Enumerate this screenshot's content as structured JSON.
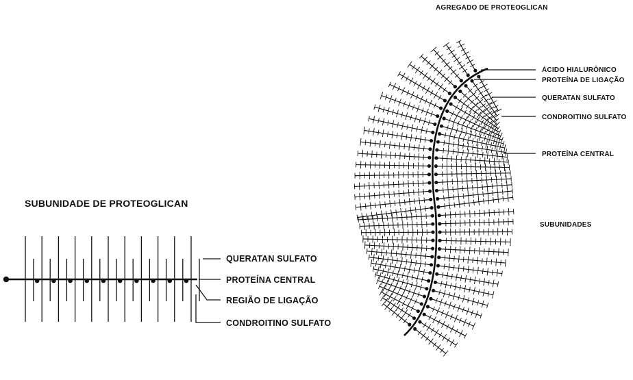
{
  "left_diagram": {
    "title": "SUBUNIDADE DE PROTEOGLICAN",
    "labels": {
      "keratan": "QUERATAN SULFATO",
      "core": "PROTEÍNA CENTRAL",
      "link": "REGIÃO DE LIGAÇÃO",
      "chondroitin": "CONDROITINO SULFATO"
    }
  },
  "right_diagram": {
    "title": "AGREGADO DE PROTEOGLICAN",
    "labels": {
      "hyaluronic": "ÁCIDO HIALURÔNICO",
      "link_protein": "PROTEÍNA DE LIGAÇÃO",
      "keratan": "QUERATAN SULFATO",
      "chondroitin": "CONDROITINO SULFATO",
      "core": "PROTEÍNA CENTRAL",
      "subunits": "SUBUNIDADES"
    }
  },
  "colors": {
    "ink": "#111111",
    "background": "#ffffff"
  }
}
